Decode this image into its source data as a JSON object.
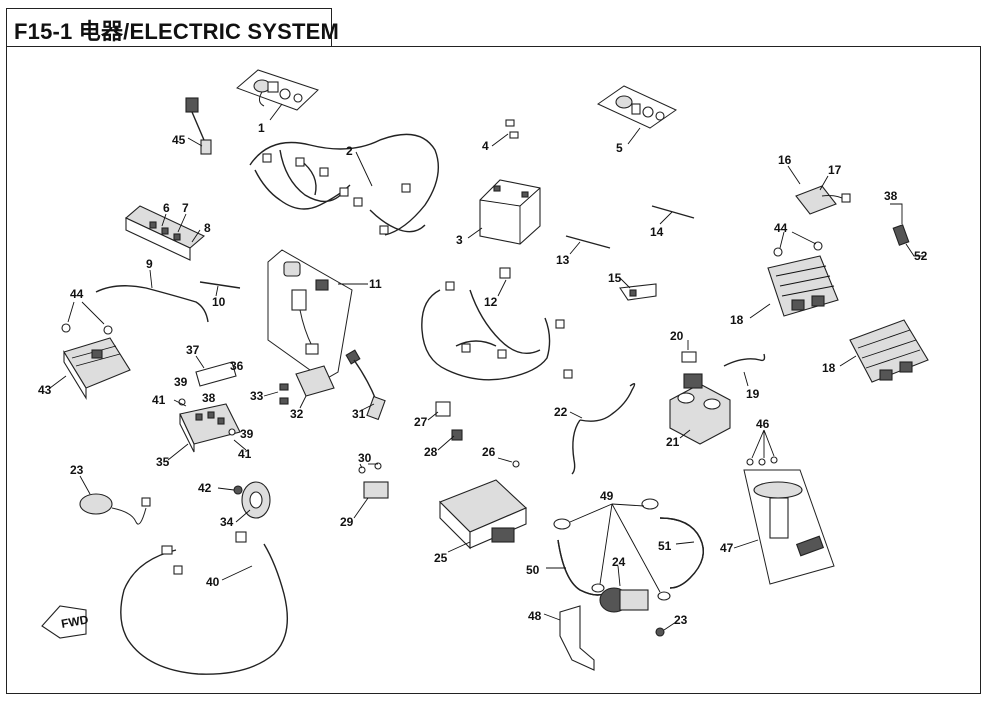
{
  "page": {
    "title": "F15-1 电器/ELECTRIC SYSTEM"
  },
  "callouts": [
    "1",
    "2",
    "3",
    "4",
    "5",
    "6",
    "7",
    "8",
    "9",
    "10",
    "11",
    "12",
    "13",
    "14",
    "15",
    "16",
    "17",
    "18",
    "18",
    "19",
    "20",
    "21",
    "22",
    "23",
    "23",
    "24",
    "25",
    "26",
    "27",
    "28",
    "29",
    "30",
    "31",
    "32",
    "33",
    "34",
    "35",
    "36",
    "37",
    "38",
    "38",
    "39",
    "39",
    "40",
    "41",
    "41",
    "42",
    "43",
    "44",
    "44",
    "45",
    "46",
    "47",
    "48",
    "49",
    "50",
    "51",
    "52"
  ]
}
